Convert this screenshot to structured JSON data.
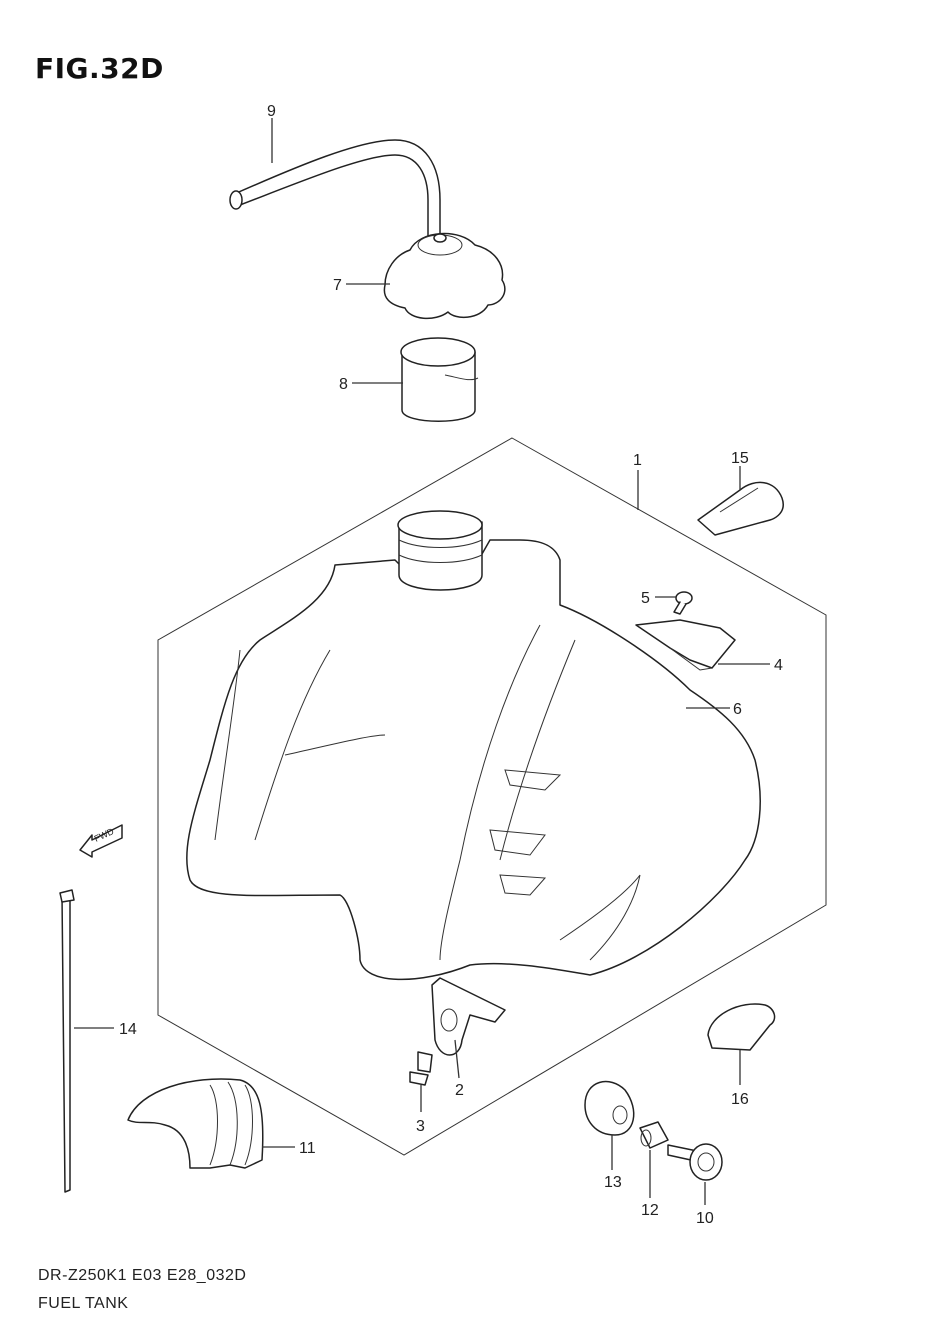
{
  "figure": {
    "title": "FIG.32D",
    "model_code": "DR-Z250K1 E03 E28_032D",
    "section_name": "FUEL TANK",
    "fwd_label": "FWD"
  },
  "callouts": [
    "1",
    "2",
    "3",
    "4",
    "5",
    "6",
    "7",
    "8",
    "9",
    "10",
    "11",
    "12",
    "13",
    "14",
    "15",
    "16"
  ],
  "colors": {
    "ink": "#222222",
    "background": "#ffffff"
  }
}
